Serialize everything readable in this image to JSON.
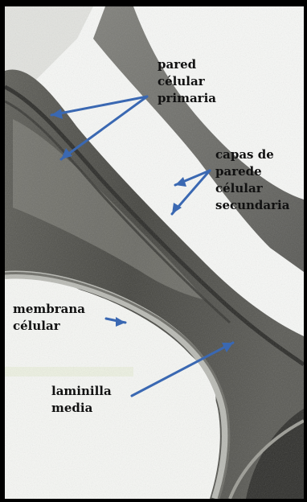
{
  "labels": {
    "pared_primaria": [
      "pared",
      "célular",
      "primaria"
    ],
    "capas_secundaria": [
      "capas de",
      "parede",
      "célular",
      "secundaria"
    ],
    "membrana": [
      "membrana",
      "célular"
    ],
    "laminilla": [
      "laminilla",
      "media"
    ]
  },
  "colors": {
    "arrow": "#3a68b2",
    "background": "#f7f8f6",
    "wall_dark": "#3f3f3a",
    "border": "#000000"
  }
}
